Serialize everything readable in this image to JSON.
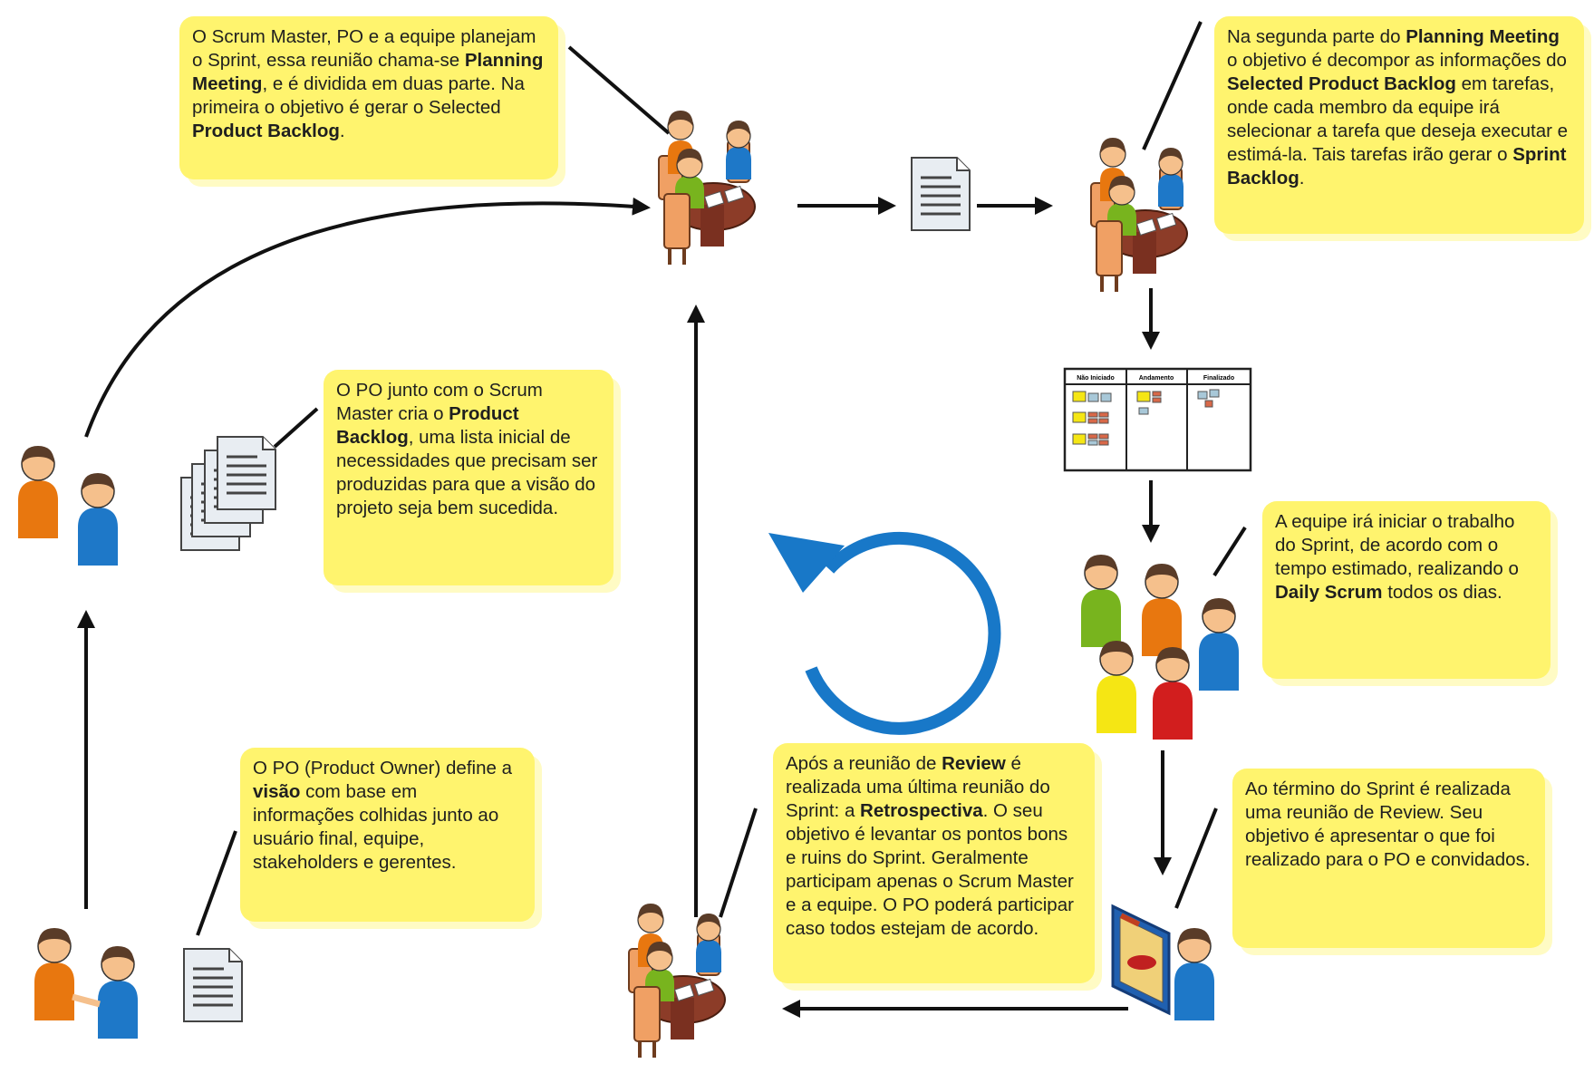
{
  "notes": {
    "planning": [
      {
        "t": "O Scrum Master, PO e a equipe planejam o Sprint, essa reunião chama-se "
      },
      {
        "t": "Planning Meeting",
        "b": true
      },
      {
        "t": ", e é dividida em duas parte. Na primeira o objetivo é gerar o Selected "
      },
      {
        "t": "Product Backlog",
        "b": true
      },
      {
        "t": "."
      }
    ],
    "planning2": [
      {
        "t": "Na segunda parte do "
      },
      {
        "t": "Planning Meeting",
        "b": true
      },
      {
        "t": " o objetivo é decompor as informações do "
      },
      {
        "t": "Selected Product Backlog",
        "b": true
      },
      {
        "t": " em tarefas, onde cada membro da equipe irá selecionar a tarefa que deseja executar e estimá-la. Tais tarefas irão gerar o "
      },
      {
        "t": "Sprint Backlog",
        "b": true
      },
      {
        "t": "."
      }
    ],
    "backlog": [
      {
        "t": "O PO junto com o Scrum Master cria o "
      },
      {
        "t": "Product Backlog",
        "b": true
      },
      {
        "t": ", uma lista inicial de necessidades que precisam ser produzidas para que a visão do projeto seja bem sucedida."
      }
    ],
    "sprint": [
      {
        "t": "A equipe irá iniciar o trabalho do Sprint, de acordo com o tempo estimado, realizando o "
      },
      {
        "t": "Daily Scrum",
        "b": true
      },
      {
        "t": " todos os dias."
      }
    ],
    "vision": [
      {
        "t": "O PO (Product Owner) define a "
      },
      {
        "t": "visão",
        "b": true
      },
      {
        "t": " com base em informações colhidas junto ao usuário final, equipe, stakeholders e gerentes."
      }
    ],
    "retro": [
      {
        "t": "Após a reunião de "
      },
      {
        "t": "Review",
        "b": true
      },
      {
        "t": " é realizada uma última reunião do Sprint: a "
      },
      {
        "t": "Retrospectiva",
        "b": true
      },
      {
        "t": ". O seu objetivo é levantar os pontos bons e ruins do Sprint. Geralmente participam apenas o Scrum Master e a equipe. O PO poderá participar caso todos estejam de acordo."
      }
    ],
    "review": [
      {
        "t": "Ao término do Sprint é realizada uma reunião de Review. Seu objetivo é apresentar o que foi realizado para o PO e convidados."
      }
    ]
  },
  "kanban": {
    "columns": [
      "Não Iniciado",
      "Andamento",
      "Finalizado"
    ]
  },
  "colors": {
    "note": "#fff46e",
    "cycle": "#1878c8",
    "orange": "#e8770f",
    "blue": "#1e78c8",
    "green": "#78b41e",
    "yellow": "#f5e614",
    "red": "#d21e1e",
    "skin": "#f5c08c",
    "hair": "#5a3c28",
    "table": "#8c3c28",
    "chair": "#f0a064"
  }
}
